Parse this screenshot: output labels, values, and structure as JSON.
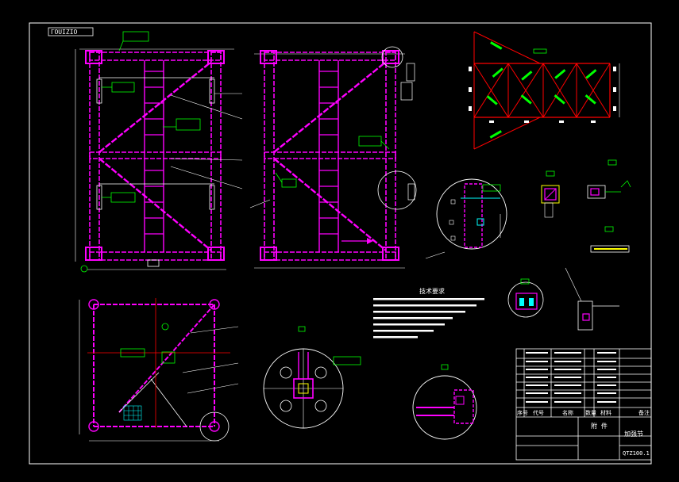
{
  "drawing": {
    "corner_tag": "ᒥOUIZIO",
    "tech_title": "技术要求",
    "title_block": {
      "part_name": "加强节",
      "drawing_no": "QTZ100.1",
      "subtitle": "附 件",
      "headers": [
        "序号",
        "代号",
        "名称",
        "数量",
        "材料",
        "备注"
      ]
    }
  },
  "colors": {
    "background": "#000000",
    "frame": "#ffffff",
    "structure": "#ff00ff",
    "annotation": "#00ff00",
    "section": "#ff0000",
    "dimension": "#ffffff",
    "accent_yellow": "#ffff00",
    "accent_cyan": "#00ffff"
  }
}
